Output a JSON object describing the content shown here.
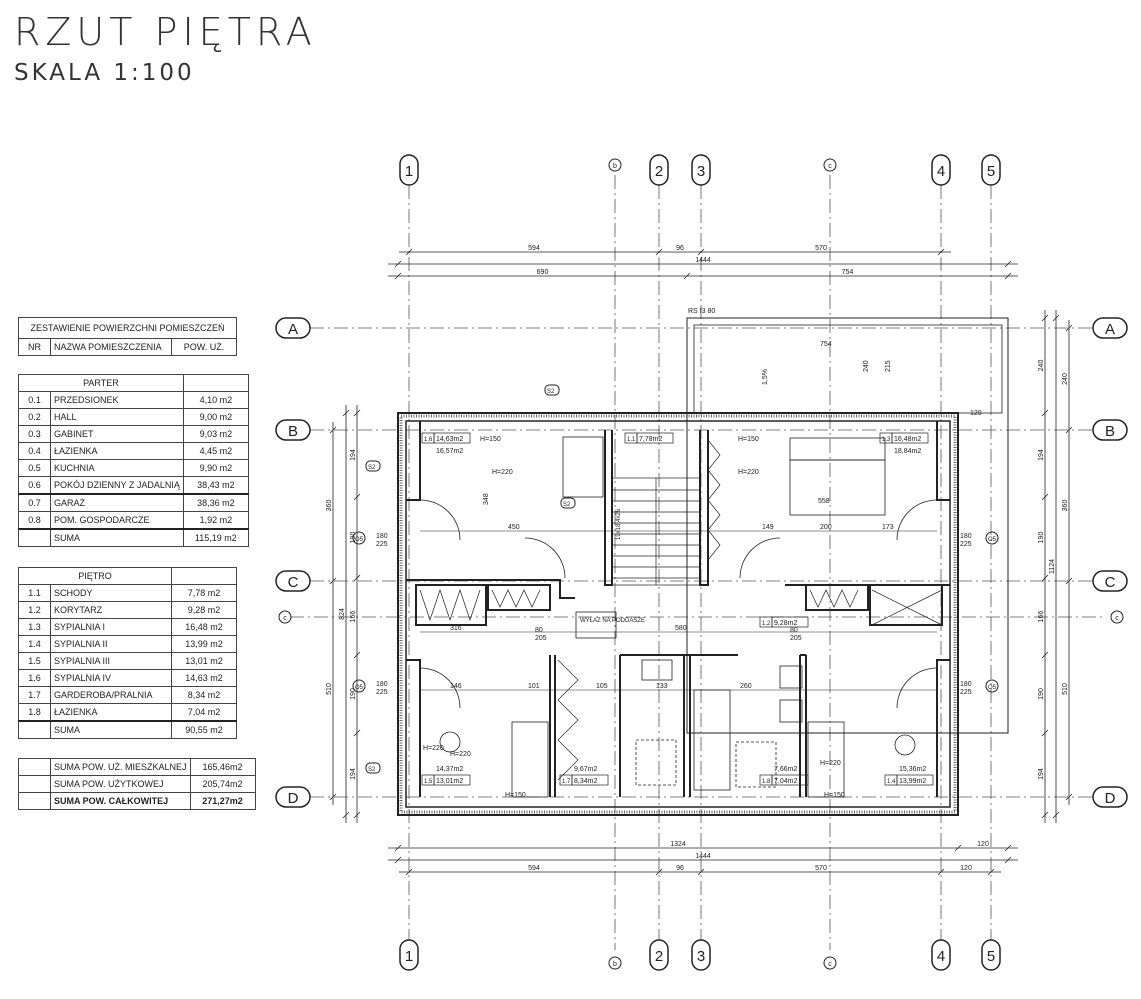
{
  "header": {
    "title": "RZUT PIĘTRA",
    "scale": "SKALA 1:100"
  },
  "table": {
    "title": "ZESTAWIENIE POWIERZCHNI POMIESZCZEŃ",
    "columns": [
      "NR",
      "NAZWA POMIESZCZENIA",
      "POW. UŻ."
    ],
    "parter": {
      "label": "PARTER",
      "rows": [
        {
          "nr": "0.1",
          "name": "PRZEDSIONEK",
          "area": "4,10 m2"
        },
        {
          "nr": "0.2",
          "name": "HALL",
          "area": "9,00 m2"
        },
        {
          "nr": "0.3",
          "name": "GABINET",
          "area": "9,03 m2"
        },
        {
          "nr": "0.4",
          "name": "ŁAZIENKA",
          "area": "4,45 m2"
        },
        {
          "nr": "0.5",
          "name": "KUCHNIA",
          "area": "9,90 m2"
        },
        {
          "nr": "0.6",
          "name": "POKÓJ DZIENNY Z JADALNIĄ",
          "area": "38,43 m2"
        },
        {
          "nr": "0.7",
          "name": "GARAŻ",
          "area": "38,36 m2"
        },
        {
          "nr": "0.8",
          "name": "POM. GOSPODARCZE",
          "area": "1,92 m2"
        }
      ],
      "sum_label": "SUMA",
      "sum": "115,19 m2"
    },
    "pietro": {
      "label": "PIĘTRO",
      "rows": [
        {
          "nr": "1.1",
          "name": "SCHODY",
          "area": "7,78 m2"
        },
        {
          "nr": "1.2",
          "name": "KORYTARZ",
          "area": "9,28 m2"
        },
        {
          "nr": "1.3",
          "name": "SYPIALNIA I",
          "area": "16,48 m2"
        },
        {
          "nr": "1.4",
          "name": "SYPIALNIA II",
          "area": "13,99 m2"
        },
        {
          "nr": "1.5",
          "name": "SYPIALNIA III",
          "area": "13,01 m2"
        },
        {
          "nr": "1.6",
          "name": "SYPIALNIA IV",
          "area": "14,63 m2"
        },
        {
          "nr": "1.7",
          "name": "GARDEROBA/PRALNIA",
          "area": "8,34 m2"
        },
        {
          "nr": "1.8",
          "name": "ŁAZIENKA",
          "area": "7,04 m2"
        }
      ],
      "sum_label": "SUMA",
      "sum": "90,55 m2"
    },
    "totals": [
      {
        "name": "SUMA POW. UŻ. MIESZKALNEJ",
        "area": "165,46m2"
      },
      {
        "name": "SUMA POW. UŻYTKOWEJ",
        "area": "205,74m2"
      },
      {
        "name": "SUMA POW. CAŁKOWITEJ",
        "area": "271,27m2"
      }
    ]
  },
  "plan": {
    "axes_cols": [
      "1",
      "2",
      "3",
      "4",
      "5"
    ],
    "axes_rows": [
      "A",
      "B",
      "C",
      "D"
    ],
    "section_marks": [
      "b",
      "c"
    ],
    "dims_top": {
      "row1": [
        "594",
        "96",
        "570"
      ],
      "row2": "1444",
      "row3": [
        "690",
        "754"
      ]
    },
    "dims_bottom": {
      "row1": [
        "1324",
        "120"
      ],
      "row2": "1444",
      "row3": [
        "594",
        "96",
        "570",
        "120"
      ]
    },
    "dims_right": {
      "inner": [
        "240",
        "194",
        "190",
        "166",
        "190",
        "194"
      ],
      "total": "1124",
      "outer": [
        "240",
        "360",
        "510"
      ]
    },
    "dims_left": {
      "inner": [
        "194",
        "190",
        "166",
        "190",
        "194"
      ],
      "total": "824",
      "outer": [
        "360",
        "510"
      ]
    },
    "balcony": {
      "label": "RS f3 80",
      "width": "754",
      "d1": "240",
      "d2": "215",
      "d3": "120",
      "slope": "1,5%"
    },
    "rooms": [
      {
        "tag": "1.6",
        "area": "14,63m2",
        "gross": "16,57m2"
      },
      {
        "tag": "1.1",
        "area": "7,78m2"
      },
      {
        "tag": "1.3",
        "area": "16,48m2",
        "gross": "18,84m2"
      },
      {
        "tag": "1.2",
        "area": "9,28m2"
      },
      {
        "tag": "1.5",
        "area": "13,01m2",
        "gross": "14,37m2"
      },
      {
        "tag": "1.7",
        "area": "8,34m2",
        "gross": "9,67m2"
      },
      {
        "tag": "1.8",
        "area": "7,04m2",
        "gross": "7,66m2"
      },
      {
        "tag": "1.4",
        "area": "13,99m2",
        "gross": "15,36m2"
      }
    ],
    "notes": {
      "h150": "H=150",
      "h220": "H=220",
      "hatch": "WYŁAZ NA PODDASZE",
      "stairs": "19x18,4x26",
      "window_w": "180",
      "window_h": "225",
      "door_w": "80",
      "door_h": "205",
      "window_tag": "O5",
      "skylight_tag": "S2"
    },
    "inner_dims": [
      "450",
      "316",
      "580",
      "146",
      "101",
      "105",
      "133",
      "260",
      "149",
      "200",
      "173",
      "558",
      "348"
    ]
  }
}
